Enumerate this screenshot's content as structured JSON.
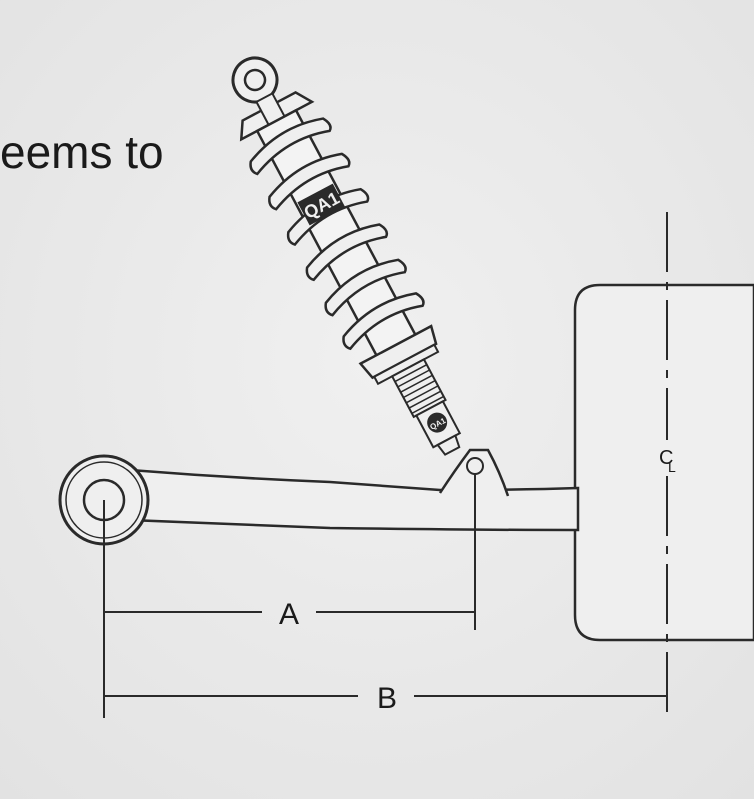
{
  "caption_fragment": "eems to",
  "labels": {
    "dimension_a": "A",
    "dimension_b": "B",
    "centerline": "C",
    "centerline_sub": "L",
    "shock_brand": "QA1",
    "shock_badge": "QA1"
  }
}
